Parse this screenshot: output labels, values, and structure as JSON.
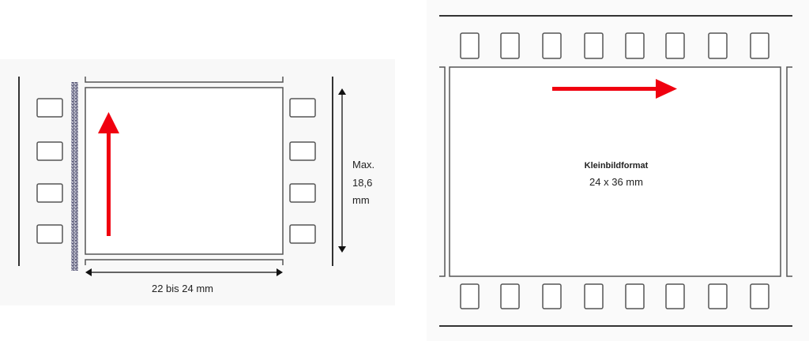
{
  "left_diagram": {
    "width_label": "22 bis 24 mm",
    "height_label_lines": [
      "Max.",
      "18,6",
      "mm"
    ],
    "sprocket_holes_per_side": 4
  },
  "right_diagram": {
    "title": "Kleinbildformat",
    "size_label": "24 x 36 mm",
    "sprocket_holes_per_row": 8
  },
  "colors": {
    "arrow": "#f0000f",
    "line": "#444444",
    "background": "#f8f8f8"
  }
}
